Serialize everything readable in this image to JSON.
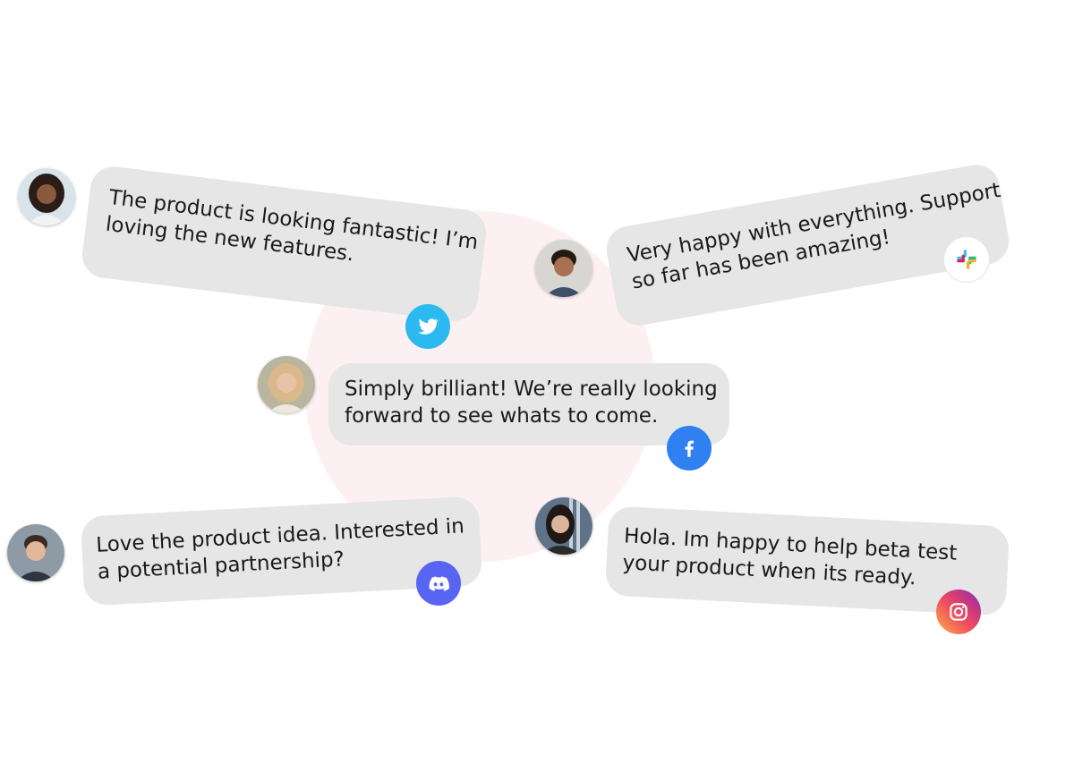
{
  "testimonials": [
    {
      "lines": [
        "The product is looking fantastic! I’m",
        "loving the new features."
      ],
      "platform": "twitter-icon",
      "badge_color": "#2cb9f2"
    },
    {
      "lines": [
        "Very happy with everything. Support",
        "so far has been amazing!"
      ],
      "platform": "slack-icon",
      "badge_color": "#ffffff"
    },
    {
      "lines": [
        "Simply brilliant! We’re really looking",
        "forward to see whats to come."
      ],
      "platform": "facebook-icon",
      "badge_color": "#2f80f0"
    },
    {
      "lines": [
        "Love the product idea. Interested in",
        "a potential partnership?"
      ],
      "platform": "discord-icon",
      "badge_color": "#5865f2"
    },
    {
      "lines": [
        "Hola. Im happy to help beta test",
        "your product when its ready."
      ],
      "platform": "instagram-icon",
      "badge_color": "#e1306c"
    }
  ]
}
